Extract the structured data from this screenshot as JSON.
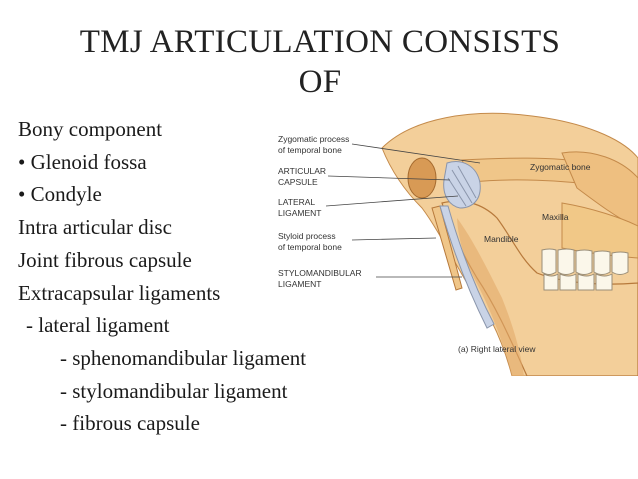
{
  "slide": {
    "title_line1": "TMJ ARTICULATION CONSISTS",
    "title_line2": "OF",
    "bullets": [
      "Bony component",
      "• Glenoid fossa",
      "• Condyle",
      "Intra articular disc",
      "Joint fibrous capsule",
      "Extracapsular ligaments",
      " - lateral ligament",
      "- sphenomandibular ligament",
      "- stylomandibular ligament",
      "- fibrous capsule"
    ]
  },
  "figure": {
    "labels": {
      "zygomatic_process_1": "Zygomatic process",
      "zygomatic_process_2": "of temporal bone",
      "articular_capsule_1": "ARTICULAR",
      "articular_capsule_2": "CAPSULE",
      "lateral_ligament_1": "LATERAL",
      "lateral_ligament_2": "LIGAMENT",
      "styloid_process_1": "Styloid process",
      "styloid_process_2": "of temporal bone",
      "stylomandibular_1": "STYLOMANDIBULAR",
      "stylomandibular_2": "LIGAMENT",
      "zygomatic_bone": "Zygomatic bone",
      "maxilla": "Maxilla",
      "mandible": "Mandible",
      "caption": "(a) Right lateral view"
    },
    "colors": {
      "bone": "#f3cf9a",
      "bone_shadow": "#e2aa6a",
      "ligament": "#c9d3e6",
      "teeth": "#fbf7ea"
    }
  }
}
